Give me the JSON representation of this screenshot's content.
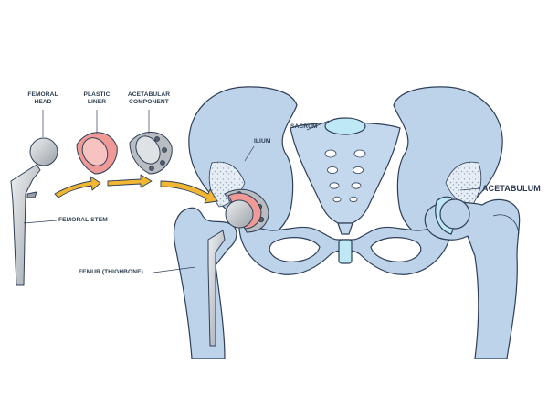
{
  "labels": {
    "femoral_head": [
      "FEMORAL",
      "HEAD"
    ],
    "plastic_liner": [
      "PLASTIC",
      "LINER"
    ],
    "acetabular_component": [
      "ACETABULAR",
      "COMPONENT"
    ],
    "femoral_stem": "FEMORAL STEM",
    "femur": "FEMUR (THIGHBONE)",
    "ilium": "ILIUM",
    "sacrum": "SACRUM",
    "acetabulum": "ACETABULUM"
  },
  "colors": {
    "bone": "#bcd3ea",
    "bone_shade": "#9fbbd8",
    "outline": "#2f3f57",
    "cartilage": "#bfe8f5",
    "implant_metal": "#b9bdc2",
    "liner": "#ef9a96",
    "arrow": "#f1b733",
    "label_text": "#2c3e50"
  }
}
